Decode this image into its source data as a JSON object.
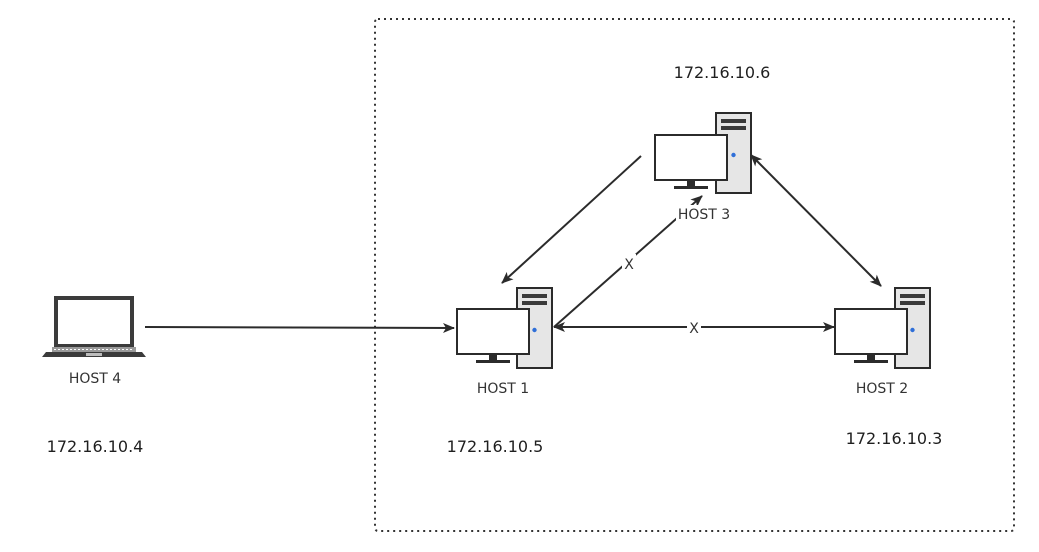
{
  "colors": {
    "stroke": "#2b2b2b",
    "device_fill": "#ffffff",
    "tower_fill": "#e6e6e6",
    "tower_slot": "#3a3a3a",
    "led": "#2f6fd8",
    "laptop_frame": "#3b3b3b",
    "boundary": "#333333"
  },
  "hosts": {
    "host1": {
      "name": "HOST 1",
      "ip": "172.16.10.5",
      "icon": "desktop-computer-icon"
    },
    "host2": {
      "name": "HOST 2",
      "ip": "172.16.10.3",
      "icon": "desktop-computer-icon"
    },
    "host3": {
      "name": "HOST 3",
      "ip": "172.16.10.6",
      "icon": "desktop-computer-icon"
    },
    "host4": {
      "name": "HOST 4",
      "ip": "172.16.10.4",
      "icon": "laptop-icon"
    }
  },
  "links": {
    "h4_h1": {
      "from": "HOST 4",
      "to": "HOST 1",
      "direction": "to"
    },
    "h3_h1": {
      "from": "HOST 3",
      "to": "HOST 1",
      "direction": "to"
    },
    "h1_h3": {
      "from": "HOST 1",
      "to": "HOST 3",
      "direction": "to",
      "mark": "X"
    },
    "h1_h2": {
      "from": "HOST 1",
      "to": "HOST 2",
      "direction": "both",
      "mark": "X"
    },
    "h3_h2": {
      "from": "HOST 3",
      "to": "HOST 2",
      "direction": "both"
    }
  }
}
